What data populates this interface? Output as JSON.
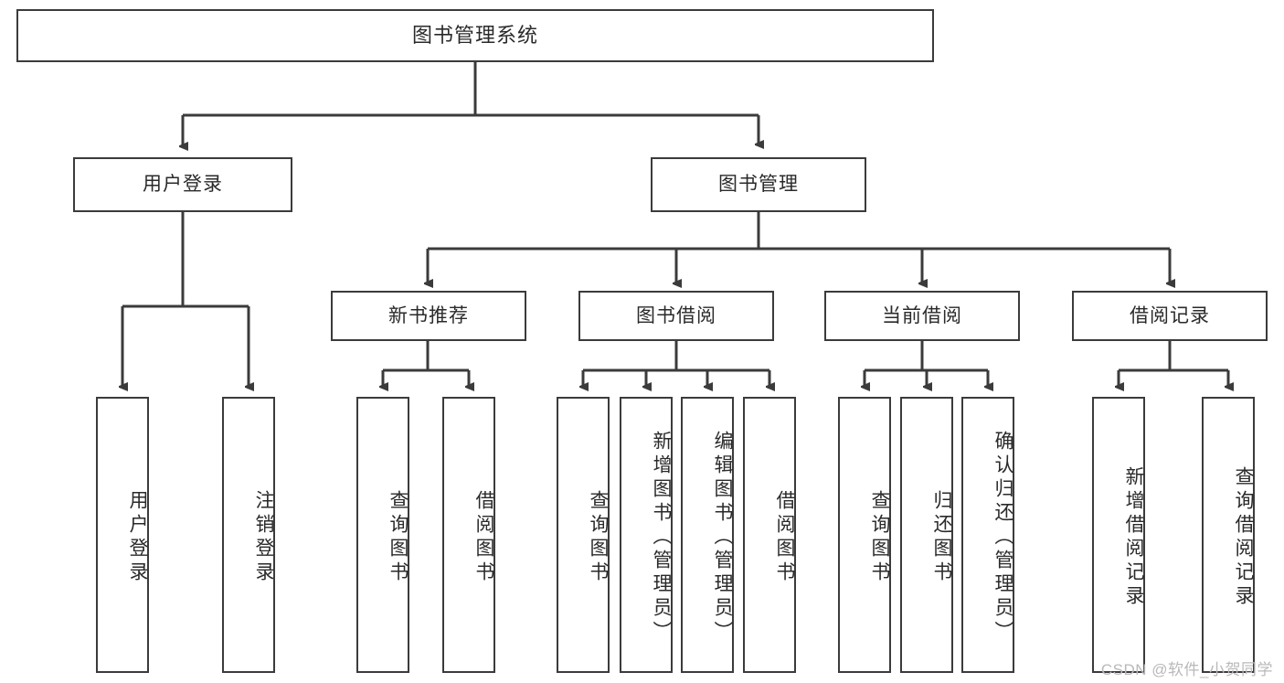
{
  "diagram": {
    "title": "图书管理系统",
    "watermark": "CSDN @软件_小贺同学",
    "levels": {
      "root": {
        "label": "图书管理系统"
      },
      "level2": [
        {
          "label": "用户登录"
        },
        {
          "label": "图书管理"
        }
      ],
      "level3": [
        {
          "label": "新书推荐"
        },
        {
          "label": "图书借阅"
        },
        {
          "label": "当前借阅"
        },
        {
          "label": "借阅记录"
        }
      ],
      "leaves_user_login": [
        {
          "label": "用户登录"
        },
        {
          "label": "注销登录"
        }
      ],
      "leaves_new_book": [
        {
          "label": "查询图书"
        },
        {
          "label": "借阅图书"
        }
      ],
      "leaves_borrow": [
        {
          "label": "查询图书"
        },
        {
          "label": "新增图书（管理员）"
        },
        {
          "label": "编辑图书（管理员）"
        },
        {
          "label": "借阅图书"
        }
      ],
      "leaves_current": [
        {
          "label": "查询图书"
        },
        {
          "label": "归还图书"
        },
        {
          "label": "确认归还（管理员）"
        }
      ],
      "leaves_records": [
        {
          "label": "新增借阅记录"
        },
        {
          "label": "查询借阅记录"
        }
      ]
    },
    "colors": {
      "stroke": "#3b3b3b",
      "text": "#2a2a2a",
      "background": "#ffffff",
      "watermark": "#b9b9b9"
    }
  }
}
